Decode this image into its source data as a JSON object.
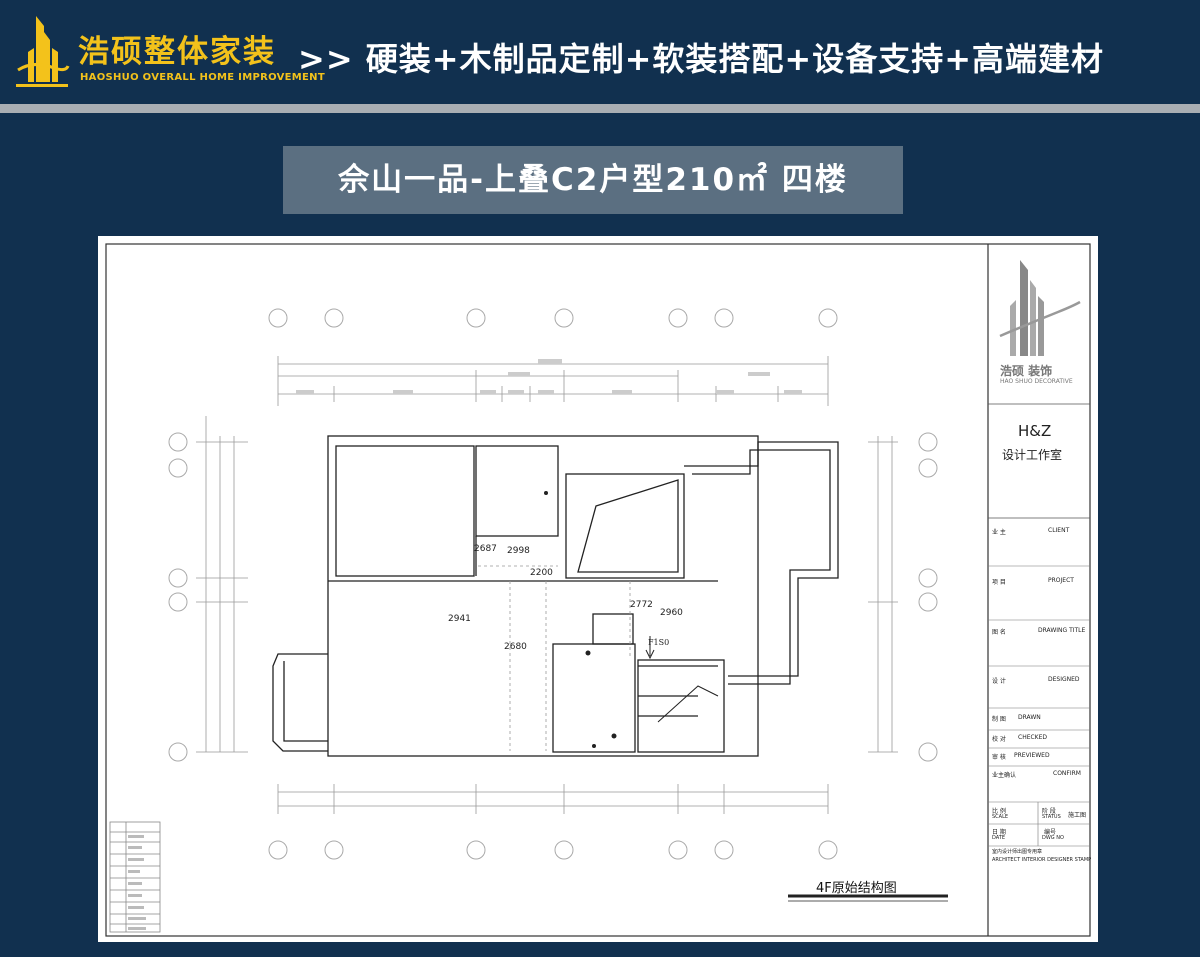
{
  "header": {
    "brand_cn": "浩硕整体家装",
    "brand_en": "HAOSHUO OVERALL HOME IMPROVEMENT",
    "slogan": ">> 硬装+木制品定制+软装搭配+设备支持+高端建材",
    "accent_color": "#f3c21b",
    "bg_color": "#11304f"
  },
  "title": {
    "text": "佘山一品-上叠C2户型210㎡ 四楼",
    "bg_color": "#5b6f81"
  },
  "drawing": {
    "caption": "4F原始结构图",
    "room_dims": [
      "2687",
      "2998",
      "2200",
      "2941",
      "2680",
      "2772",
      "2960"
    ],
    "stair_label": "F1S0",
    "title_block": {
      "logo_cn": "浩硕 装饰",
      "logo_en": "HAO SHUO DECORATIVE",
      "studio_name": "H&Z",
      "studio_sub": "设计工作室",
      "rows": [
        {
          "cn": "业 主",
          "en": "CLIENT"
        },
        {
          "cn": "项 目",
          "en": "PROJECT"
        },
        {
          "cn": "图 名",
          "en": "DRAWING TITLE"
        },
        {
          "cn": "设 计",
          "en": "DESIGNED"
        },
        {
          "cn": "制 图",
          "en": "DRAWN"
        },
        {
          "cn": "校 对",
          "en": "CHECKED"
        },
        {
          "cn": "审 核",
          "en": "PREVIEWED"
        },
        {
          "cn": "业主确认",
          "en": "CONFIRM"
        }
      ],
      "scale_cn": "比 例",
      "scale_en": "SCALE",
      "status_cn": "阶 段",
      "status_en": "STATUS",
      "status_val": "施工图",
      "date_cn": "日 期",
      "date_en": "DATE",
      "dwg_cn": "编号",
      "dwg_en": "DWG NO",
      "stamp_cn": "室内设计师出图专用章",
      "stamp_en": "ARCHITECT INTERIOR DESIGNER STAMP"
    }
  }
}
